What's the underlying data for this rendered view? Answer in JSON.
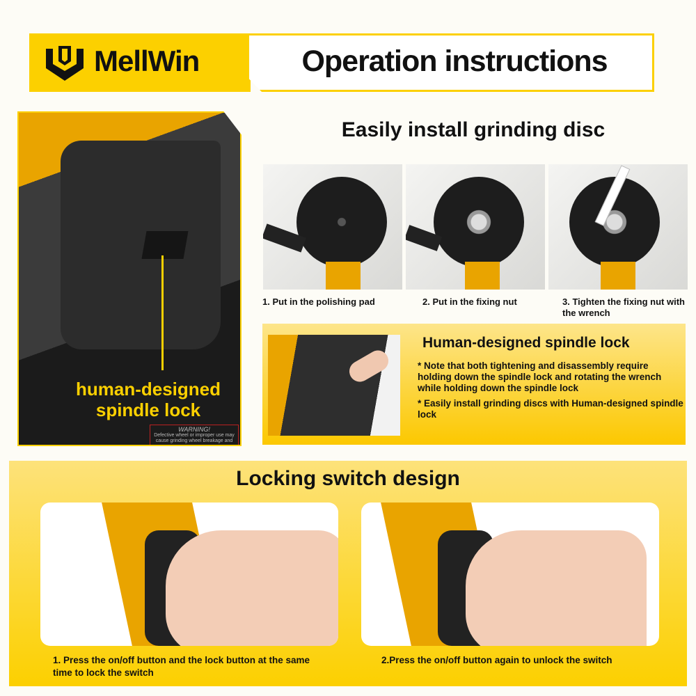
{
  "header": {
    "brand": "MellWin",
    "title": "Operation instructions"
  },
  "left_panel": {
    "label_line1": "human-designed",
    "label_line2": "spindle lock",
    "warning_title": "WARNING!",
    "warning_text": "Defective wheel or improper use may cause grinding wheel breakage and"
  },
  "install": {
    "heading": "Easily install grinding disc",
    "steps": [
      {
        "caption": "1. Put in the polishing pad"
      },
      {
        "caption": "2. Put in the fixing nut"
      },
      {
        "caption": "3. Tighten the fixing nut with the wrench"
      }
    ]
  },
  "spindle_lock": {
    "heading": "Human-designed spindle lock",
    "bullets": [
      "* Note that both tightening and disassembly require holding down the spindle lock and rotating the wrench while holding down the spindle lock",
      "* Easily install grinding discs with Human-designed spindle lock"
    ]
  },
  "locking_switch": {
    "heading": "Locking switch design",
    "captions": [
      "1. Press the on/off button and the lock button at the same time to lock the switch",
      "2.Press the on/off button again to unlock the switch"
    ]
  },
  "colors": {
    "brand_yellow": "#fcd000",
    "text": "#111111"
  }
}
